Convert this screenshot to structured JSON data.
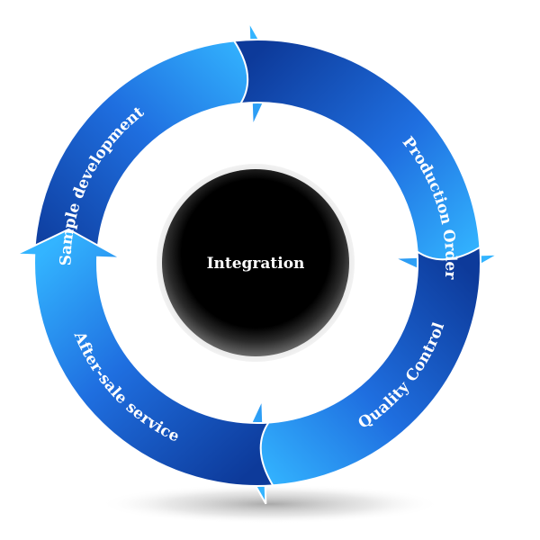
{
  "diagram": {
    "center_label": "Integration",
    "steps": [
      {
        "label": "Sample development"
      },
      {
        "label": "Production Order"
      },
      {
        "label": "Quality Control"
      },
      {
        "label": "After-sale service"
      }
    ],
    "colors": {
      "arrow_dark": "#0d3a9a",
      "arrow_mid": "#1f6fe0",
      "arrow_light": "#33b4ff",
      "hub_dark": "#000000",
      "hub_ring": "#7a7a7a",
      "shadow": "#9a9a9a"
    }
  }
}
